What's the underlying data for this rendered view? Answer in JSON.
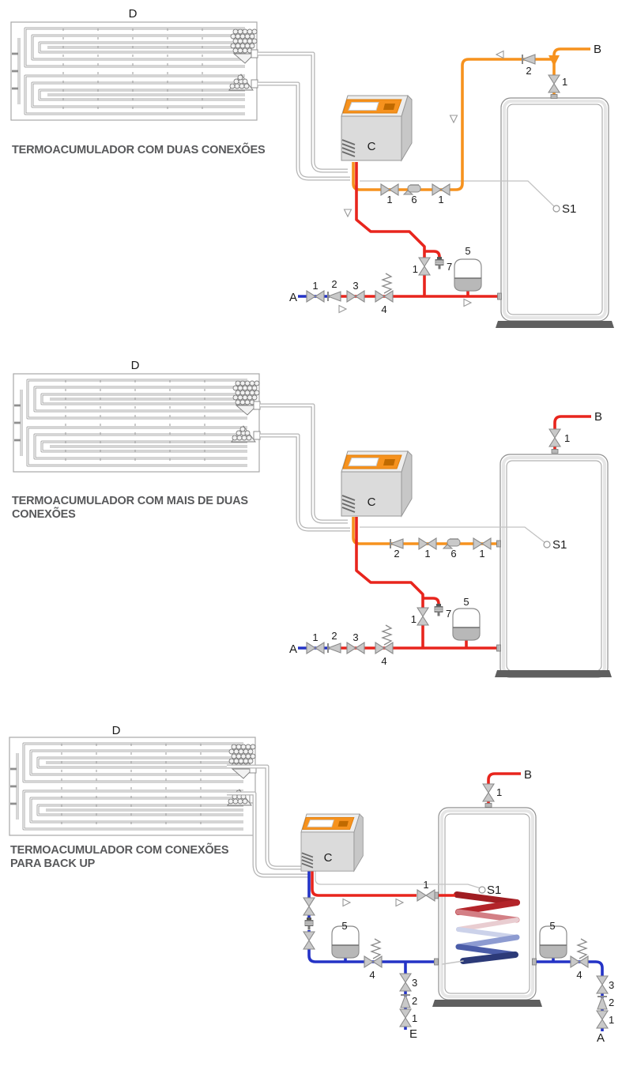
{
  "page": {
    "background": "#ffffff"
  },
  "numbers": {
    "n1": "1",
    "n2": "2",
    "n3": "3",
    "n4": "4",
    "n5": "5",
    "n6": "6",
    "n7": "7"
  },
  "colors": {
    "solar_flow_orange": "#F6921E",
    "hot_water_red": "#E8251D",
    "cold_water_blue": "#2433C6",
    "pipe_gray": "#B4B4B4",
    "controller_panel_orange": "#F6921E",
    "title_gray": "#58595B"
  },
  "diagrams": [
    {
      "title": "TERMOACUMULADOR COM DUAS CONEXÕES",
      "labels": {
        "collector": "D",
        "controller": "C",
        "hot_water_outlet": "B",
        "cold_water_inlet": "A",
        "temperature_sensor": "S1"
      }
    },
    {
      "title": "TERMOACUMULADOR COM MAIS DE DUAS CONEXÕES",
      "labels": {
        "collector": "D",
        "controller": "C",
        "hot_water_outlet": "B",
        "cold_water_inlet": "A",
        "temperature_sensor": "S1"
      }
    },
    {
      "title": "TERMOACUMULADOR COM CONEXÕES PARA BACK UP",
      "labels": {
        "collector": "D",
        "controller": "C",
        "hot_water_outlet": "B",
        "cold_water_inlet": "A",
        "drain": "E",
        "temperature_sensor": "S1"
      }
    }
  ]
}
